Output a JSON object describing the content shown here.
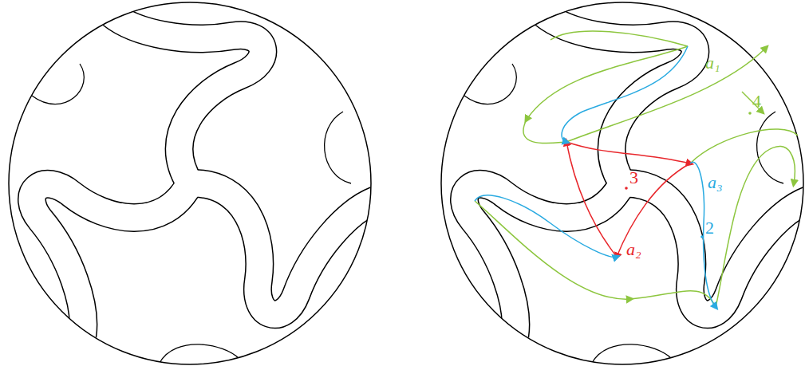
{
  "diagram": {
    "labels": [
      "a₁",
      "4",
      "3",
      "a₂",
      "a₃",
      "2"
    ]
  }
}
